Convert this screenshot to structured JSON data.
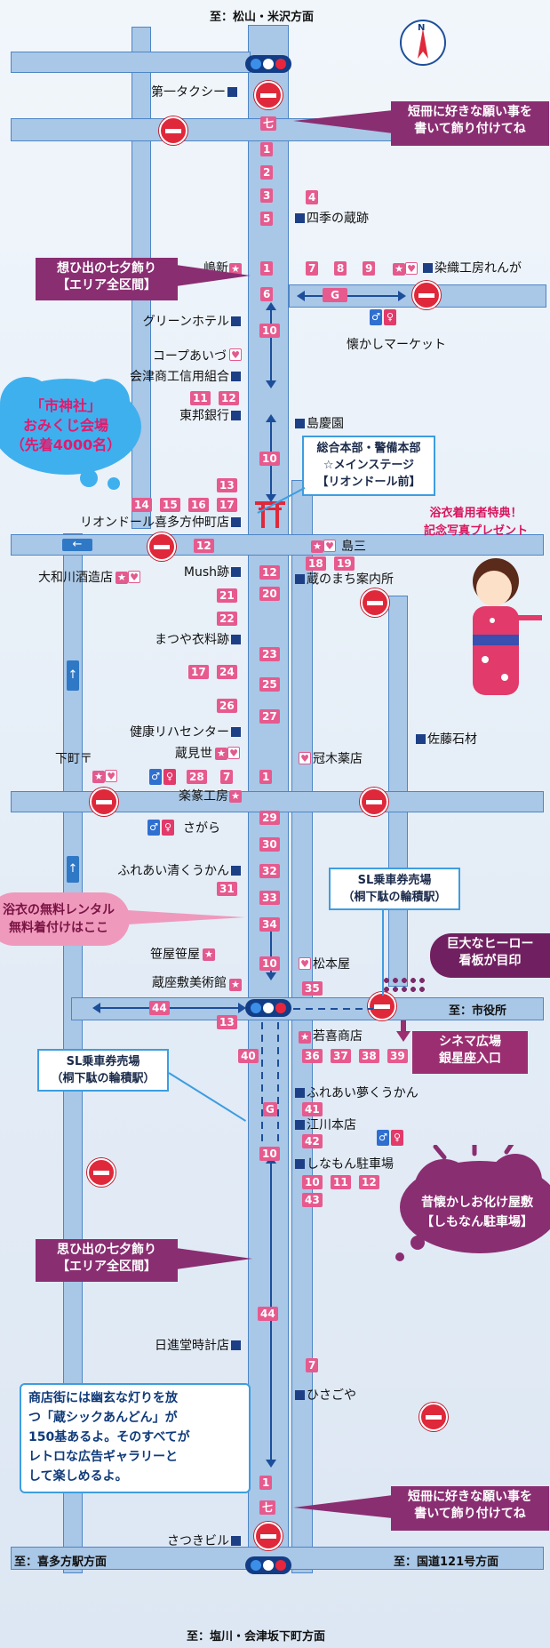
{
  "directions": {
    "north": "至：松山・米沢方面",
    "south": "至：塩川・会津坂下町方面",
    "west": "至：喜多方駅方面",
    "east": "至：国道121号方面",
    "city_hall": "至：市役所"
  },
  "compass": "N",
  "callouts": {
    "tanzaku_top": [
      "短冊に好きな願い事を",
      "書いて飾り付けてね"
    ],
    "tanzaku_bottom": [
      "短冊に好きな願い事を",
      "書いて飾り付けてね"
    ],
    "tanabata_1": [
      "想ひ出の七夕飾り",
      "【エリア全区間】"
    ],
    "tanabata_2": [
      "思ひ出の七夕飾り",
      "【エリア全区間】"
    ],
    "yukata": [
      "浴衣着用者特典！",
      "記念写真プレゼント"
    ],
    "yukata_rental": [
      "浴衣の無料レンタル",
      "無料着付けはここ"
    ],
    "hero": [
      "巨大なヒーロー",
      "看板が目印"
    ],
    "cinema": [
      "シネマ広場",
      "銀星座入口"
    ],
    "obake": [
      "昔懐かしお化け屋敷",
      "【しもなん駐車場】"
    ],
    "omikuji": [
      "「市神社」",
      "おみくじ会場",
      "（先着4000名）"
    ]
  },
  "info_boxes": {
    "hq": [
      "総合本部・警備本部",
      "☆メインステージ",
      "【リオンドール前】"
    ],
    "sl_1": [
      "SL乗車券売場",
      "（桐下駄の輪積駅）"
    ],
    "sl_2": [
      "SL乗車券売場",
      "（桐下駄の輪積駅）"
    ]
  },
  "note": [
    "商店街には幽玄な灯りを放",
    "つ「蔵シックあんどん」が",
    "150基あるよ。そのすべてが",
    "レトロな広告ギャラリーと",
    "して楽しめるよ。"
  ],
  "places": {
    "taxi": "第一タクシー",
    "shiki": "四季の蔵跡",
    "shimashin": "嶋新",
    "senshoku": "染織工房れんが",
    "green_hotel": "グリーンホテル",
    "coop": "コープあいづ",
    "shoko": "会津商工信用組合",
    "toho": "東邦銀行",
    "natsukashi": "懐かしマーケット",
    "shimakei": "島慶園",
    "riondor": "リオンドール喜多方仲町店",
    "shimazo": "島三",
    "yamatogawa": "大和川酒造店",
    "mush": "Mush跡",
    "kuranomachi": "蔵のまち案内所",
    "matsuya": "まつや衣料跡",
    "kenko": "健康リハセンター",
    "kuramise": "蔵見世",
    "shimomachi": "下町〒",
    "rakuten": "楽篆工房",
    "kanki": "冠木薬店",
    "sato": "佐藤石材",
    "sagara": "さがら",
    "fureai_kiyo": "ふれあい清くうかん",
    "sasaya": "笹屋笹屋",
    "matsumoto": "松本屋",
    "kurazashiki": "蔵座敷美術館",
    "wakaki": "若喜商店",
    "fureai_yume": "ふれあい夢くうかん",
    "egawa": "江川本店",
    "shinamon": "しなもん駐車場",
    "nisshindo": "日進堂時計店",
    "hisagoya": "ひさごや",
    "satsuki": "さつきビル"
  },
  "badges": {
    "nana": "七",
    "g": "G",
    "n1": "1",
    "n2": "2",
    "n3": "3",
    "n4": "4",
    "n5": "5",
    "n6": "6",
    "n7": "7",
    "n8": "8",
    "n9": "9",
    "n10": "10",
    "n11": "11",
    "n12": "12",
    "n13": "13",
    "n14": "14",
    "n15": "15",
    "n16": "16",
    "n17": "17",
    "n18": "18",
    "n19": "19",
    "n20": "20",
    "n21": "21",
    "n22": "22",
    "n23": "23",
    "n24": "24",
    "n25": "25",
    "n26": "26",
    "n27": "27",
    "n28": "28",
    "n29": "29",
    "n30": "30",
    "n31": "31",
    "n32": "32",
    "n33": "33",
    "n34": "34",
    "n35": "35",
    "n36": "36",
    "n37": "37",
    "n38": "38",
    "n39": "39",
    "n40": "40",
    "n41": "41",
    "n42": "42",
    "n43": "43",
    "n44": "44"
  },
  "colors": {
    "road": "#a9c7e6",
    "badge_pink": "#e65a8e",
    "callout_purple": "#8a2e72",
    "info_border": "#3d9de0"
  }
}
